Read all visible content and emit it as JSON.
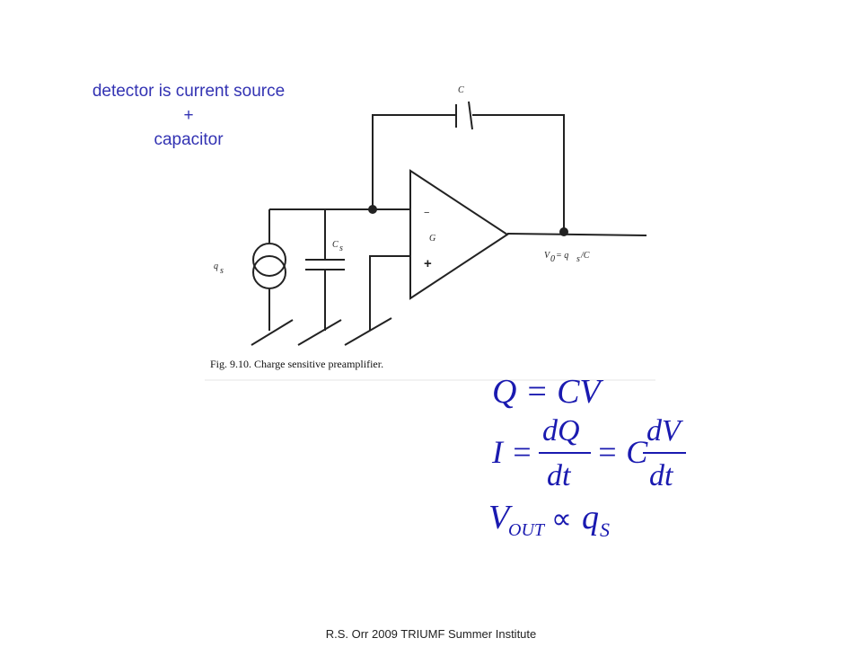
{
  "caption": {
    "line1": "detector is current source",
    "line2": "+",
    "line3": "capacitor"
  },
  "circuit": {
    "feedback_cap_label": "C",
    "source_label": "q",
    "source_sub": "s",
    "detector_cap_label": "C",
    "detector_cap_sub": "s",
    "minus_label": "−",
    "gain_label": "G",
    "plus_label": "+",
    "output_label_v": "V",
    "output_label_v_sub": "0",
    "output_label_eq": "= q",
    "output_label_q_sub": "s",
    "output_label_tail": "/C",
    "figure_caption": "Fig. 9.10.   Charge sensitive preamplifier."
  },
  "equations": {
    "eq1": "Q = CV",
    "eq2_lhs": "I =",
    "eq2_num": "dQ",
    "eq2_den": "dt",
    "eq2_mid": "= C",
    "eq2_num2": "dV",
    "eq2_den2": "dt",
    "eq3_v": "V",
    "eq3_sub": "OUT",
    "eq3_prop": "∝",
    "eq3_q": "q",
    "eq3_qsub": "S"
  },
  "footer": "R.S. Orr 2009 TRIUMF Summer Institute",
  "colors": {
    "caption": "#3333b3",
    "equations": "#1a1ab0"
  }
}
